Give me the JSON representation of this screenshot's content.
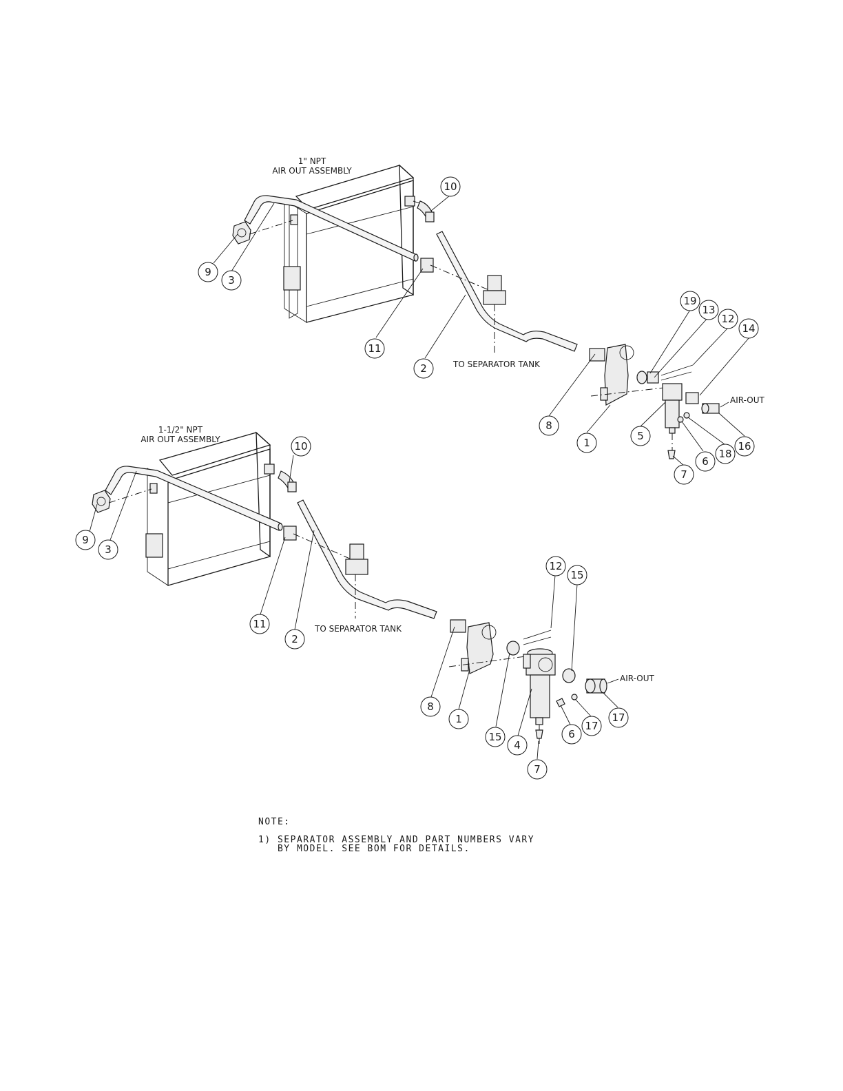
{
  "assemblies": [
    {
      "title_line1": "1\" NPT",
      "title_line2": "AIR OUT ASSEMBLY",
      "separator_label": "TO SEPARATOR TANK",
      "outlet_label": "AIR-OUT",
      "balloons": [
        "9",
        "3",
        "10",
        "11",
        "2",
        "19",
        "13",
        "12",
        "14",
        "8",
        "1",
        "5",
        "6",
        "18",
        "16",
        "7"
      ]
    },
    {
      "title_line1": "1-1/2\" NPT",
      "title_line2": "AIR OUT ASSEMBLY",
      "separator_label": "TO SEPARATOR TANK",
      "outlet_label": "AIR-OUT",
      "balloons": [
        "10",
        "9",
        "3",
        "11",
        "2",
        "12",
        "15",
        "8",
        "1",
        "15",
        "4",
        "6",
        "17",
        "17",
        "7"
      ]
    }
  ],
  "note": {
    "heading": "NOTE:",
    "line1": "1) SEPARATOR ASSEMBLY AND PART NUMBERS VARY",
    "line2": "   BY MODEL. SEE BOM FOR DETAILS."
  }
}
